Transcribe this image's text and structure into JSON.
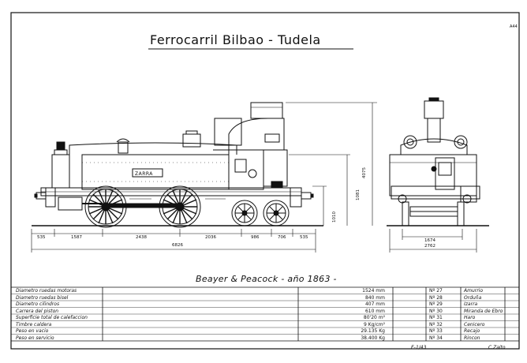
{
  "title": "Ferrocarril  Bilbao - Tudela",
  "corner_ref": "A44",
  "locomotive_name": "ZARRA",
  "builder_line": "Beayer  &  Peacock  - año 1863 -",
  "dimensions": {
    "side_horizontal": [
      "535",
      "1587",
      "2438",
      "2036",
      "986",
      "706",
      "535"
    ],
    "side_overall": "6826",
    "side_vertical": [
      "1010",
      "1081",
      "4075"
    ],
    "end_track": "1674",
    "end_width": "2762"
  },
  "specs": [
    {
      "label": "Diametro  ruedas motoras",
      "value": "1524 mm"
    },
    {
      "label": "Diametro  ruedas bisel",
      "value": "840 mm"
    },
    {
      "label": "Diametro  cilindros",
      "value": "407 mm"
    },
    {
      "label": "Carrera  del piston",
      "value": "610 mm"
    },
    {
      "label": "Superficie  total  de calefaccion",
      "value": "80'20 m²"
    },
    {
      "label": "Timbre  caldera",
      "value": "9 Kg/cm²"
    },
    {
      "label": "Peso  en vacio",
      "value": "29.135 Kg"
    },
    {
      "label": "Peso  en servicio",
      "value": "38.400 Kg"
    }
  ],
  "units": [
    {
      "no": "Nº 27",
      "name": "Amurrio"
    },
    {
      "no": "Nº 28",
      "name": "Orduña"
    },
    {
      "no": "Nº 29",
      "name": "Izarra"
    },
    {
      "no": "Nº 30",
      "name": "Miranda de Ebro"
    },
    {
      "no": "Nº 31",
      "name": "Haro"
    },
    {
      "no": "Nº 32",
      "name": "Cenicero"
    },
    {
      "no": "Nº 33",
      "name": "Recajo"
    },
    {
      "no": "Nº 34",
      "name": "Rincon"
    }
  ],
  "footer": {
    "ref": "E-1/43",
    "sign": "C.Zaito"
  }
}
